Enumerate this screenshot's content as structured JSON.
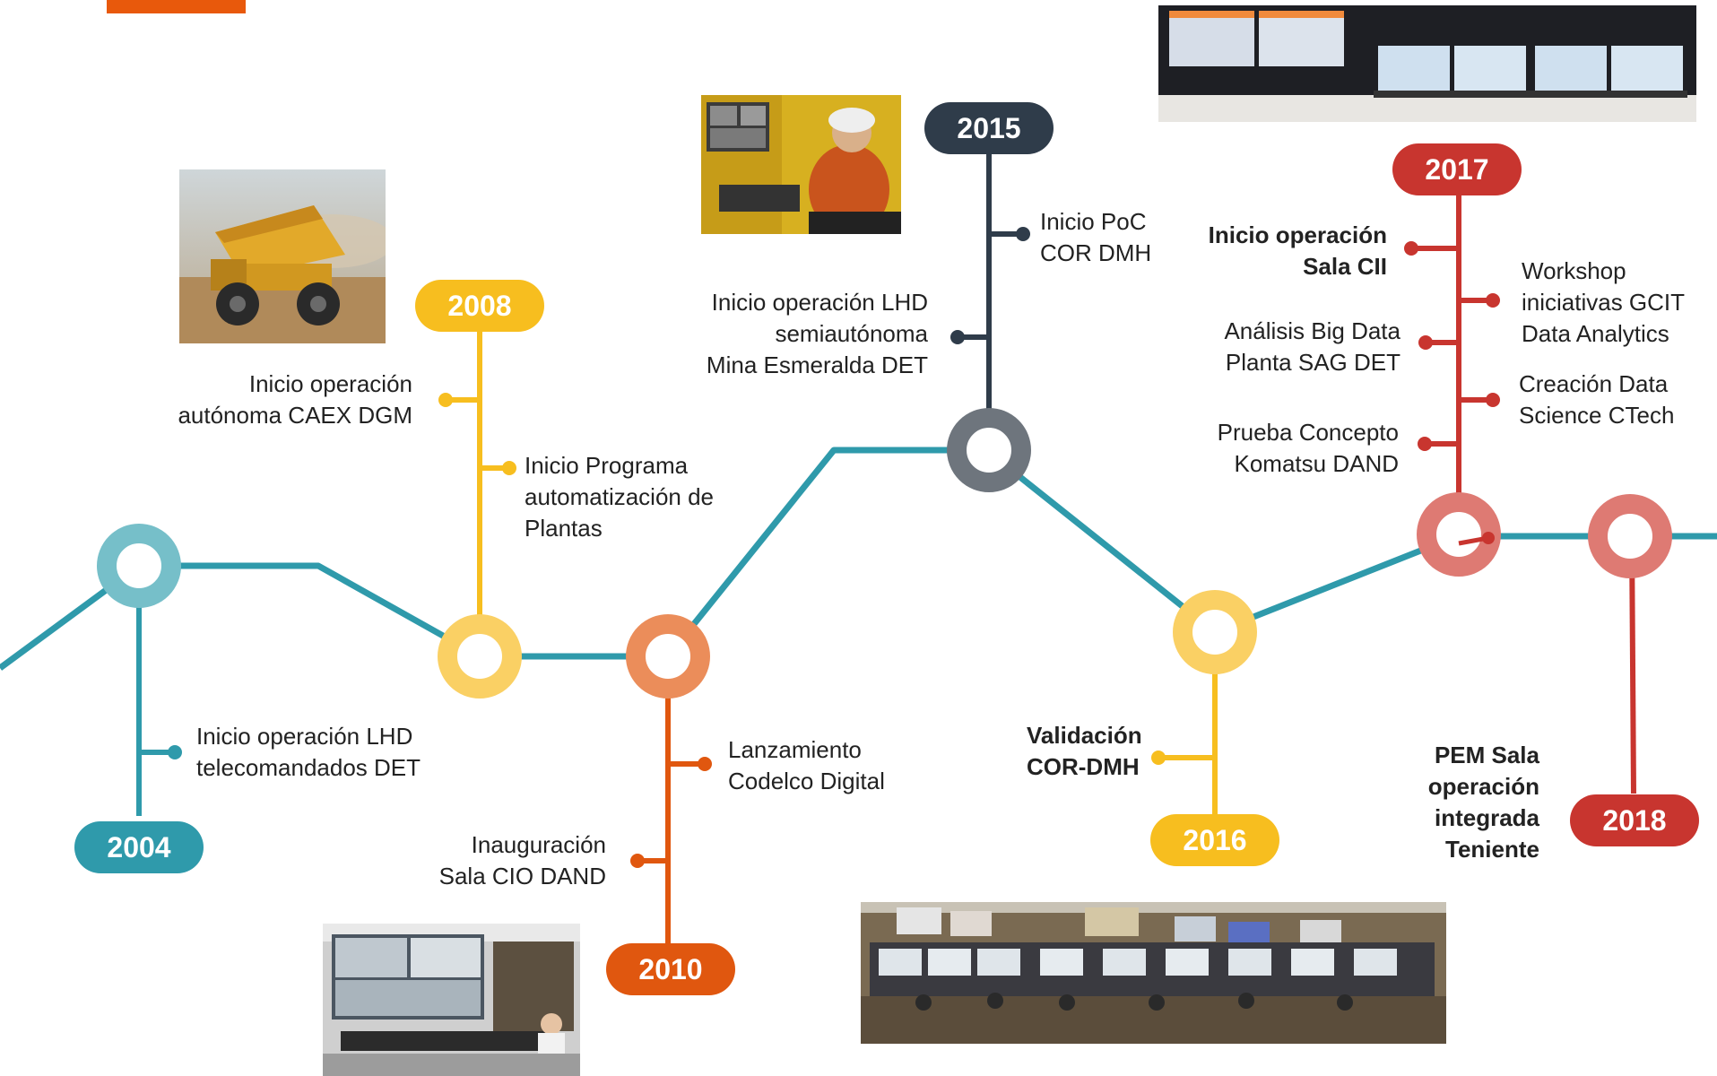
{
  "colors": {
    "teal": "#2f9aab",
    "teal_light": "#76bfc9",
    "yellow": "#f7be1f",
    "yellow_light": "#fad064",
    "orange": "#e0570f",
    "orange_light": "#eb8d5a",
    "navy": "#2f3c4a",
    "gray": "#6e757d",
    "red": "#c8352f",
    "red_light": "#de7a73",
    "accent": "#e8590c"
  },
  "years": [
    {
      "id": "y2004",
      "label": "2004",
      "color": "teal"
    },
    {
      "id": "y2008",
      "label": "2008",
      "color": "yellow"
    },
    {
      "id": "y2010",
      "label": "2010",
      "color": "orange"
    },
    {
      "id": "y2015",
      "label": "2015",
      "color": "navy"
    },
    {
      "id": "y2016",
      "label": "2016",
      "color": "yellow"
    },
    {
      "id": "y2017",
      "label": "2017",
      "color": "red"
    },
    {
      "id": "y2018",
      "label": "2018",
      "color": "red"
    }
  ],
  "events": [
    {
      "year": "2004",
      "text": "Inicio operación LHD\ntelecomandados DET",
      "bold": false
    },
    {
      "year": "2008",
      "text": "Inicio operación\nautónoma CAEX DGM",
      "bold": false
    },
    {
      "year": "2008",
      "text": "Inicio Programa\nautomatización de\nPlantas",
      "bold": false
    },
    {
      "year": "2010",
      "text": "Lanzamiento\nCodelco Digital",
      "bold": false
    },
    {
      "year": "2010",
      "text": "Inauguración\nSala CIO DAND",
      "bold": false
    },
    {
      "year": "2015",
      "text": "Inicio PoC\nCOR DMH",
      "bold": false
    },
    {
      "year": "2015",
      "text": "Inicio operación LHD\nsemiautónoma\nMina Esmeralda DET",
      "bold": false
    },
    {
      "year": "2016",
      "text": "Validación\nCOR-DMH",
      "bold": true
    },
    {
      "year": "2017",
      "text": "Inicio operación\nSala CII",
      "bold": true
    },
    {
      "year": "2017",
      "text": "Workshop\niniciativas GCIT\nData Analytics",
      "bold": false
    },
    {
      "year": "2017",
      "text": "Análisis Big Data\nPlanta SAG DET",
      "bold": false
    },
    {
      "year": "2017",
      "text": "Creación Data\nScience CTech",
      "bold": false
    },
    {
      "year": "2017",
      "text": "Prueba Concepto\nKomatsu DAND",
      "bold": false
    },
    {
      "year": "2018",
      "text": "PEM Sala\noperación\nintegrada\nTeniente",
      "bold": true
    }
  ],
  "photos": [
    {
      "id": "haul-truck-photo",
      "icon": "haul-truck"
    },
    {
      "id": "teleoperator-photo",
      "icon": "teleoperator"
    },
    {
      "id": "control-room-cio-photo",
      "icon": "control-room"
    },
    {
      "id": "control-room-panorama-photo",
      "icon": "control-room"
    },
    {
      "id": "control-room-cii-photo",
      "icon": "control-room"
    }
  ]
}
